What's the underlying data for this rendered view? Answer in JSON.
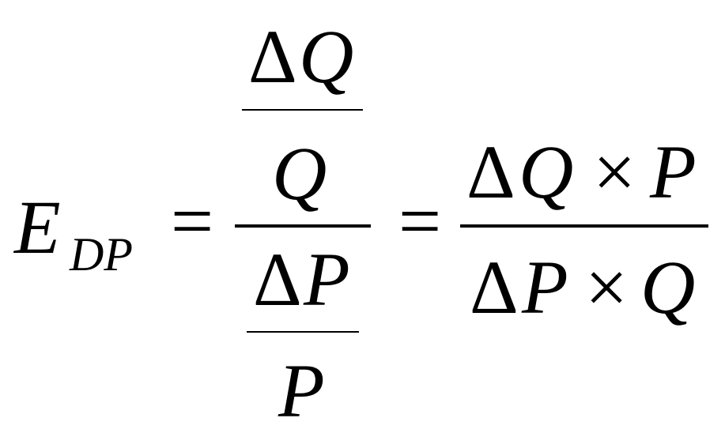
{
  "formula": {
    "lhs": {
      "base": "E",
      "subscript": "DP"
    },
    "equals_symbol": "=",
    "middle_fraction": {
      "numerator": {
        "delta": "Δ",
        "variable": "Q",
        "denominator": "Q"
      },
      "denominator": {
        "delta": "Δ",
        "variable": "P",
        "denominator": "P"
      }
    },
    "right_fraction": {
      "numerator": {
        "delta": "Δ",
        "first": "Q",
        "times": "×",
        "second": "P"
      },
      "denominator": {
        "delta": "Δ",
        "first": "P",
        "times": "×",
        "second": "Q"
      }
    }
  },
  "colors": {
    "background": "#ffffff",
    "ink": "#000000"
  }
}
